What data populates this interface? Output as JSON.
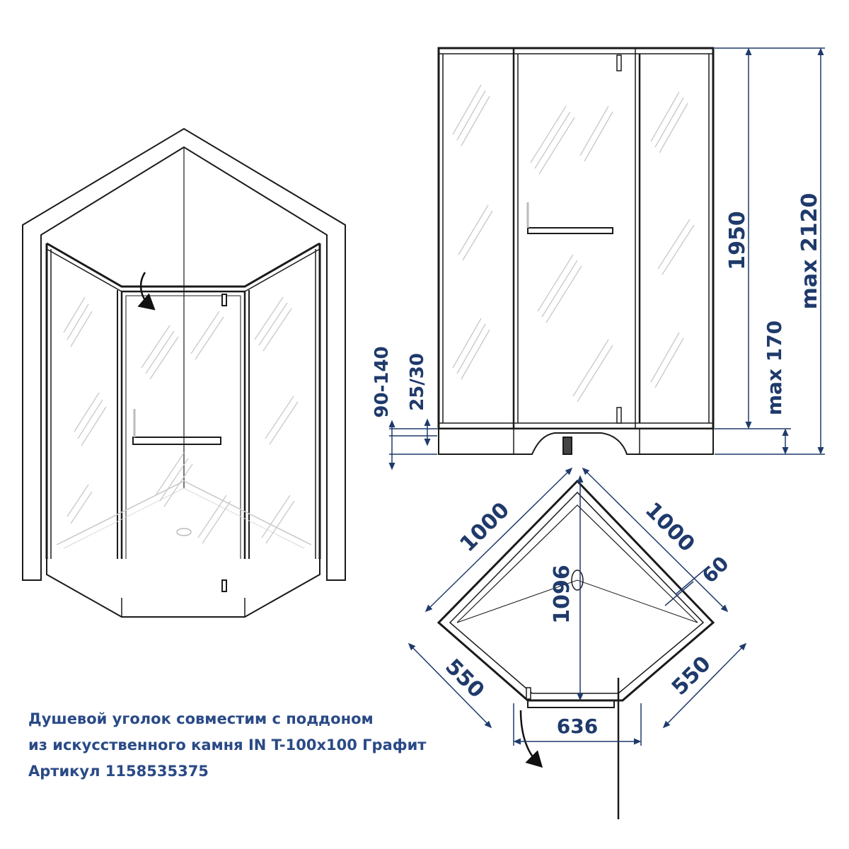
{
  "caption": {
    "line1": "Душевой уголок совместим с поддоном",
    "line2": "из искусственного камня IN T-100x100 Графит",
    "line3": "Артикул 1158535375"
  },
  "front_view": {
    "dim_height": "1950",
    "dim_max_height": "max 2120",
    "dim_max_170": "max  170",
    "dim_90_140": "90-140",
    "dim_25_30": "25/30"
  },
  "top_view": {
    "side_left": "1000",
    "side_right": "1000",
    "diagonal": "1096",
    "offset": "60",
    "short_left": "550",
    "short_right": "550",
    "door_width": "636"
  },
  "colors": {
    "line": "#1a1a1a",
    "dimension": "#1f3a6b",
    "caption": "#2a4a86"
  }
}
